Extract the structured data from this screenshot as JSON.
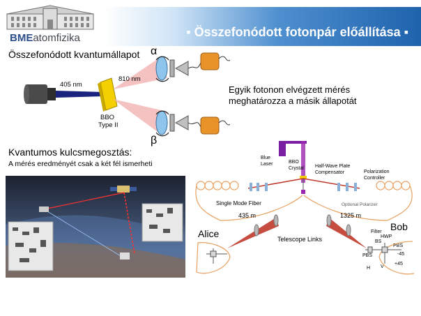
{
  "header": {
    "title": "▪ Összefonódott fotonpár előállítása ▪",
    "logo_text_bme": "BME",
    "logo_text_rest": "atomfizika"
  },
  "text": {
    "entangled_state": "Összefonódott kvantumállapot",
    "measurement_line1": "Egyik fotonon elvégzett mérés",
    "measurement_line2": "meghatározza a másik állapotát",
    "qkd_title": "Kvantumos kulcsmegosztás:",
    "qkd_subtitle": "A mérés eredményét csak a két fél ismerheti"
  },
  "diagram_spdc": {
    "wavelength_pump": "405 nm",
    "wavelength_out": "810 nm",
    "crystal_label_1": "BBO",
    "crystal_label_2": "Type II",
    "alpha": "α",
    "beta": "β",
    "colors": {
      "pump": "#1a237e",
      "beam": "#f0b0b0",
      "crystal": "#f4d000",
      "detector": "#e8922a",
      "waveplate": "#8ec5ec"
    }
  },
  "diagram_qkd": {
    "blue_laser_1": "Blue",
    "blue_laser_2": "Laser",
    "bbo_crystal_1": "BBO",
    "bbo_crystal_2": "Crystal",
    "half_wave_1": "Half-Wave Plate",
    "half_wave_2": "Compensator",
    "pol_controller_1": "Polarization",
    "pol_controller_2": "Controller",
    "single_mode_fiber": "Single Mode Fiber",
    "optional_polarizer": "Optional Polarizer",
    "alice": "Alice",
    "bob": "Bob",
    "telescope_links": "Telescope Links",
    "dist_alice": "435 m",
    "dist_bob": "1325 m",
    "filter": "Filter",
    "hwp": "HWP",
    "bs": "BS",
    "pbs": "PBS",
    "plus45": "+45",
    "minus45": "-45",
    "h": "H",
    "v": "V",
    "colors": {
      "fiber": "#e8a060",
      "beam": "#c0392b",
      "laser": "#7b1fa2"
    }
  }
}
